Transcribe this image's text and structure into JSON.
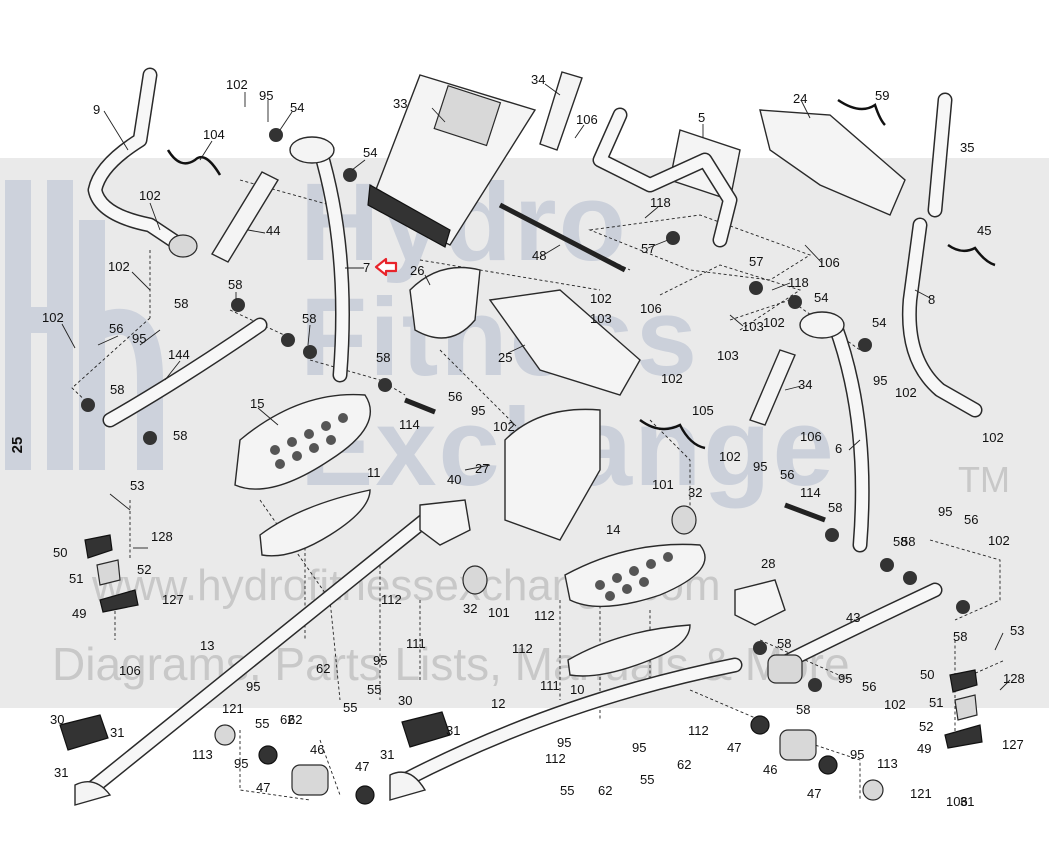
{
  "page_number": "25",
  "watermark": {
    "brand_lines": [
      "Hydro",
      "Fitness",
      "Exchange"
    ],
    "trademark": "TM",
    "url": "www.hydrofitnessexchange.com",
    "tagline": "Diagrams, Parts Lists, Manuals & More"
  },
  "highlight_color": "#e8232a",
  "callouts": {
    "c1": "9",
    "c2": "102",
    "c3": "95",
    "c4": "54",
    "c5": "104",
    "c6": "102",
    "c7": "102",
    "c8": "44",
    "c9": "54",
    "c10": "7",
    "c11": "58",
    "c12": "102",
    "c13": "56",
    "c14": "95",
    "c15": "58",
    "c16": "144",
    "c17": "58",
    "c18": "58",
    "c19": "15",
    "c20": "58",
    "c21": "33",
    "c22": "34",
    "c23": "106",
    "c24": "5",
    "c25": "24",
    "c26": "59",
    "c27": "35",
    "c28": "26",
    "c29": "48",
    "c30": "118",
    "c31": "57",
    "c32": "106",
    "c33": "45",
    "c34": "57",
    "c35": "118",
    "c36": "54",
    "c37": "8",
    "c38": "102",
    "c39": "106",
    "c40": "103",
    "c41": "102",
    "c42": "54",
    "c43": "103",
    "c44": "102",
    "c45": "103",
    "c46": "25",
    "c47": "34",
    "c48": "95",
    "c49": "102",
    "c50": "102",
    "c51": "114",
    "c52": "56",
    "c53": "95",
    "c54": "102",
    "c55": "105",
    "c56": "106",
    "c57": "6",
    "c58": "27",
    "c59": "102",
    "c60": "95",
    "c61": "56",
    "c62": "114",
    "c63": "58",
    "c64": "101",
    "c65": "32",
    "c66": "11",
    "c67": "40",
    "c68": "53",
    "c69": "128",
    "c70": "50",
    "c71": "52",
    "c72": "51",
    "c73": "49",
    "c74": "127",
    "c75": "106",
    "c76": "14",
    "c77": "95",
    "c78": "56",
    "c79": "102",
    "c80": "58",
    "c81": "32",
    "c82": "101",
    "c83": "28",
    "c84": "112",
    "c85": "111",
    "c86": "112",
    "c87": "112",
    "c88": "111",
    "c89": "10",
    "c90": "58",
    "c91": "43",
    "c92": "58",
    "c93": "13",
    "c94": "62",
    "c95": "95",
    "c96": "55",
    "c97": "95",
    "c98": "62",
    "c99": "55",
    "c100": "53",
    "c101": "128",
    "c102": "50",
    "c103": "51",
    "c104": "52",
    "c105": "49",
    "c106": "127",
    "c107": "106",
    "c108": "95",
    "c109": "56",
    "c110": "102",
    "c111": "58",
    "c112": "30",
    "c113": "31",
    "c114": "31",
    "c115": "121",
    "c116": "55",
    "c117": "113",
    "c118": "95",
    "c119": "47",
    "c120": "46",
    "c121": "47",
    "c122": "30",
    "c123": "31",
    "c124": "31",
    "c125": "12",
    "c126": "95",
    "c127": "112",
    "c128": "55",
    "c129": "62",
    "c130": "95",
    "c131": "112",
    "c132": "55",
    "c133": "62",
    "c134": "47",
    "c135": "46",
    "c136": "47",
    "c137": "95",
    "c138": "113",
    "c139": "121",
    "c140": "31",
    "c141": "58",
    "c142": "58",
    "c143": "62"
  }
}
